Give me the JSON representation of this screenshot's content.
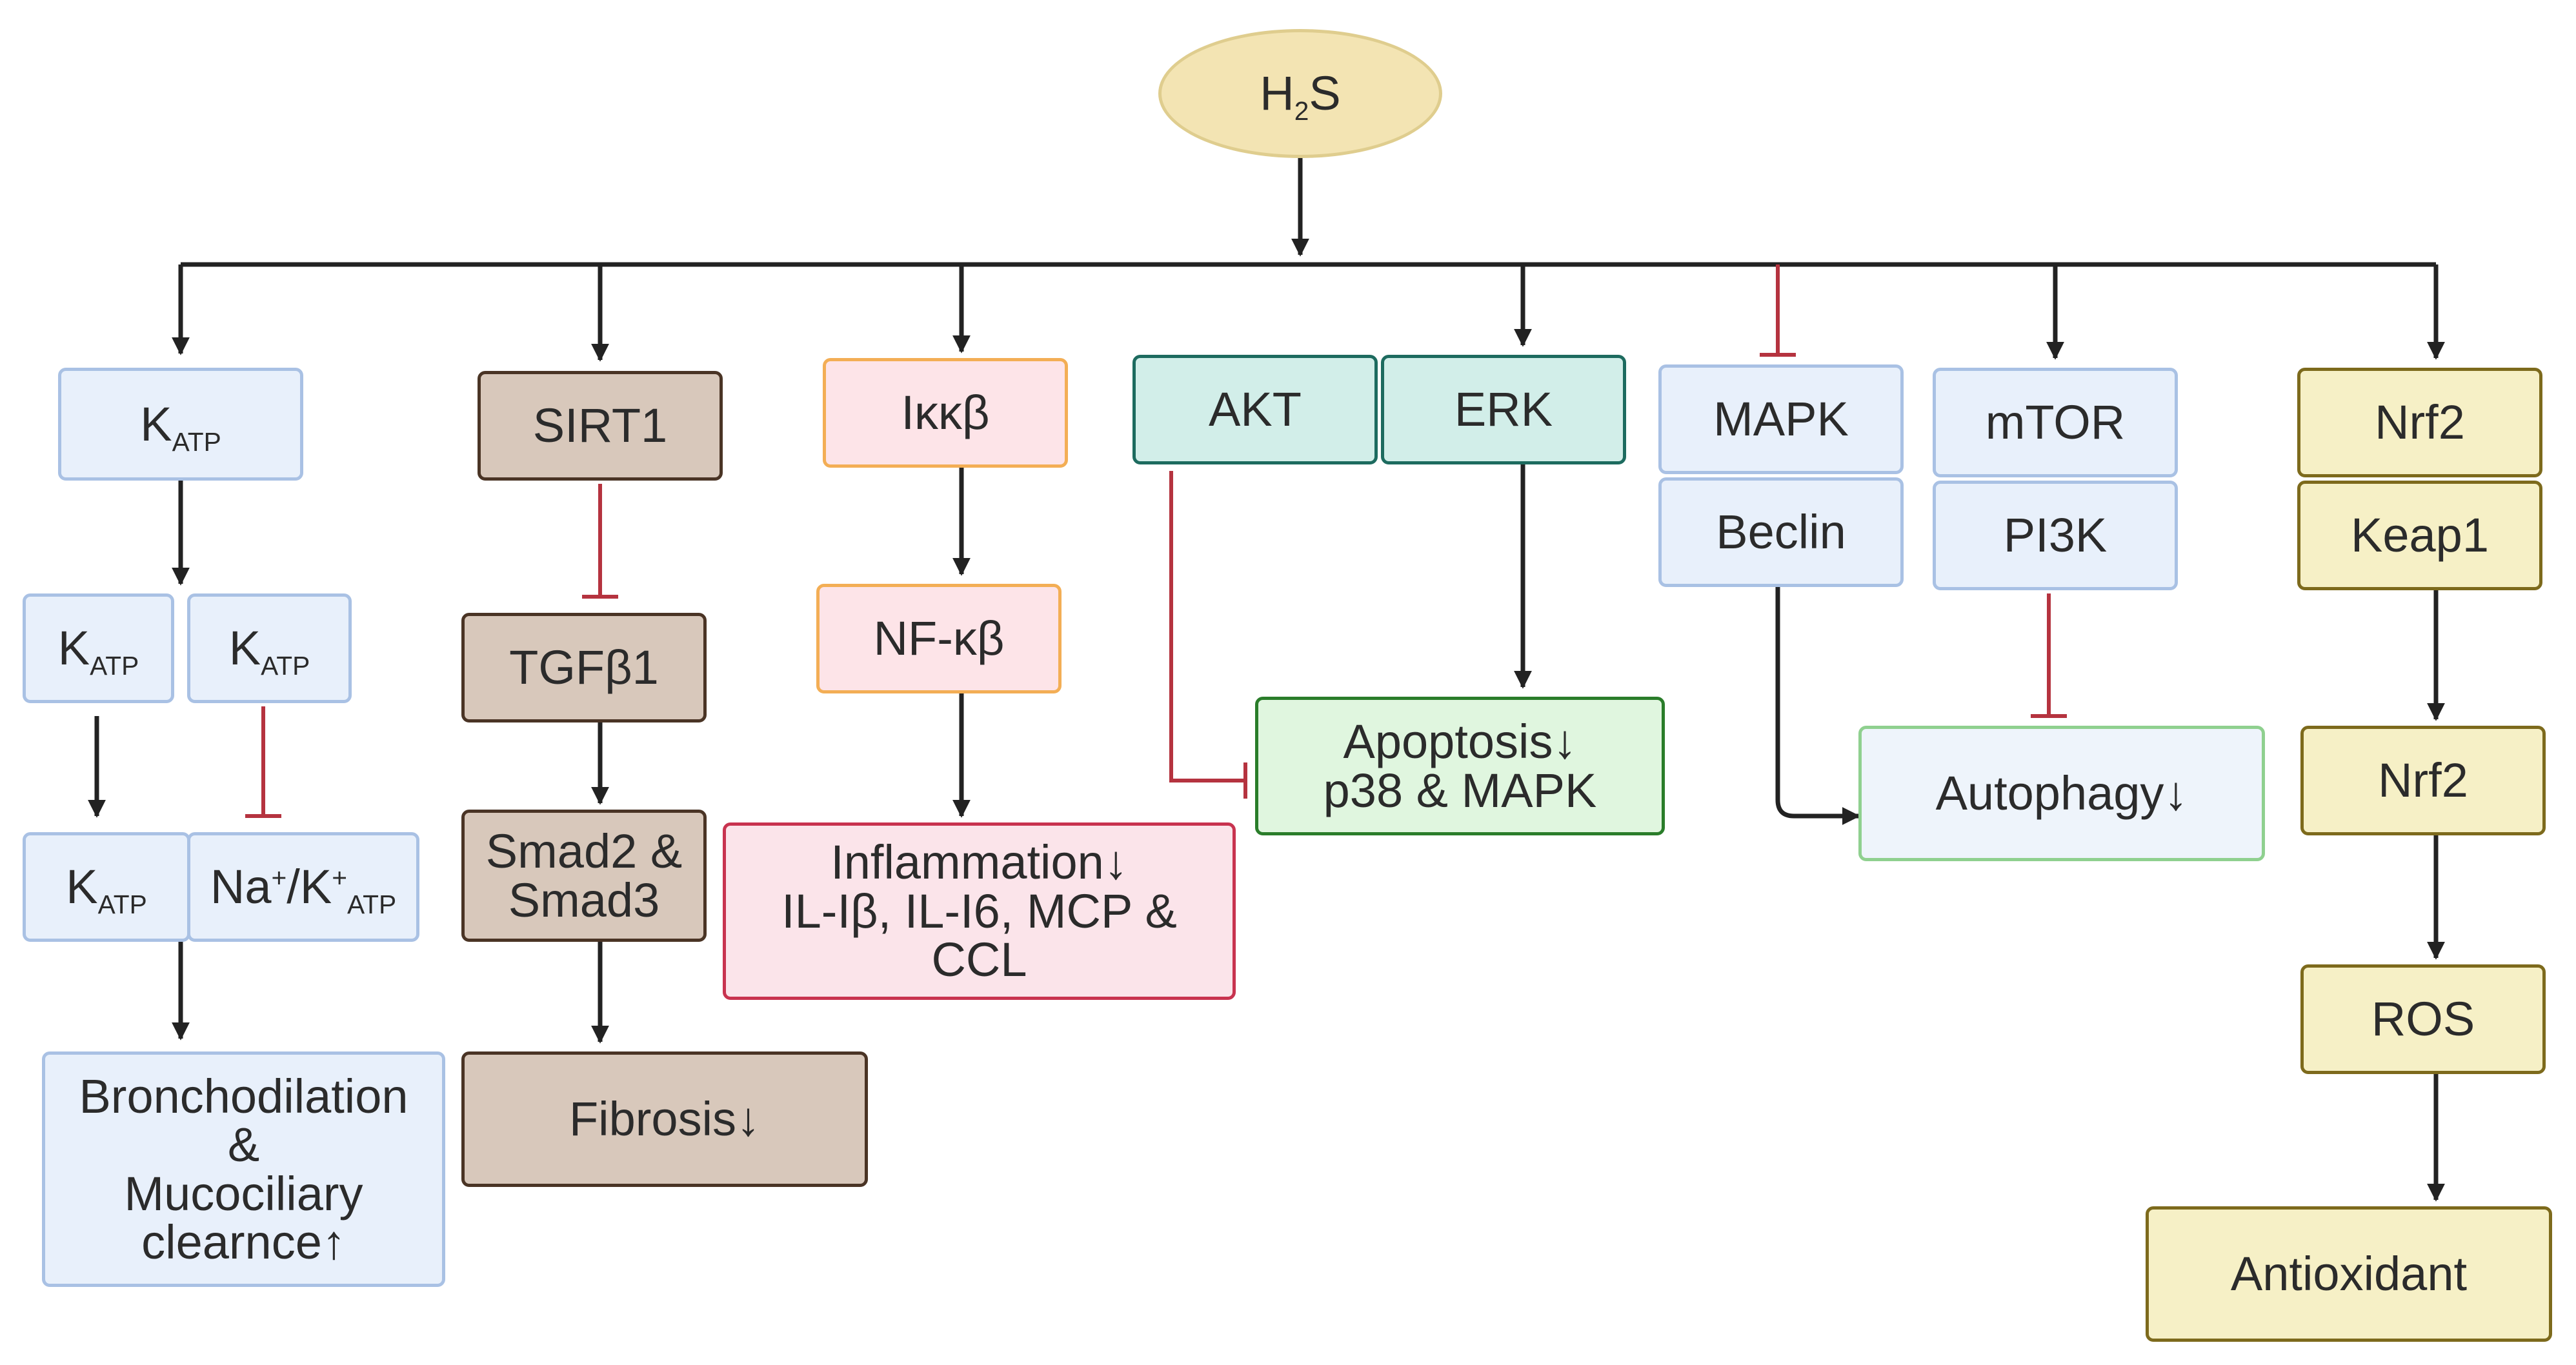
{
  "nodes": {
    "h2s": {
      "main": "H",
      "sub": "2",
      "tail": "S"
    },
    "katp_top": {
      "main": "K",
      "sub": "ATP"
    },
    "katp_left": {
      "main": "K",
      "sub": "ATP"
    },
    "katp_right": {
      "main": "K",
      "sub": "ATP"
    },
    "katp_bottom": {
      "main": "K",
      "sub": "ATP"
    },
    "na_k_atp": {
      "a": "Na",
      "a_sup": "+",
      "b": "/K",
      "b_sup": "+",
      "sub": "ATP"
    },
    "broncho": {
      "l1": "Bronchodilation",
      "l2": "&",
      "l3": "Mucociliary",
      "l4": "clearnce↑"
    },
    "sirt1": "SIRT1",
    "tgfb1": "TGFβ1",
    "smad": {
      "l1": "Smad2 &",
      "l2": "Smad3"
    },
    "fibrosis": "Fibrosis↓",
    "ikkb": "Iκκβ",
    "nfkb": "NF-κβ",
    "inflammation": {
      "l1": "Inflammation↓",
      "l2": "IL-Iβ, IL-I6, MCP &",
      "l3": "CCL"
    },
    "akt": "AKT",
    "erk": "ERK",
    "apoptosis": {
      "l1": "Apoptosis↓",
      "l2": "p38 & MAPK"
    },
    "mapk": "MAPK",
    "beclin": "Beclin",
    "mtor": "mTOR",
    "pi3k": "PI3K",
    "autophagy": "Autophagy↓",
    "nrf2_top": "Nrf2",
    "keap1": "Keap1",
    "nrf2_mid": "Nrf2",
    "ros": "ROS",
    "antioxidant": "Antioxidant"
  },
  "colors": {
    "arrow": "#222222",
    "inhibit": "#b5333f"
  }
}
